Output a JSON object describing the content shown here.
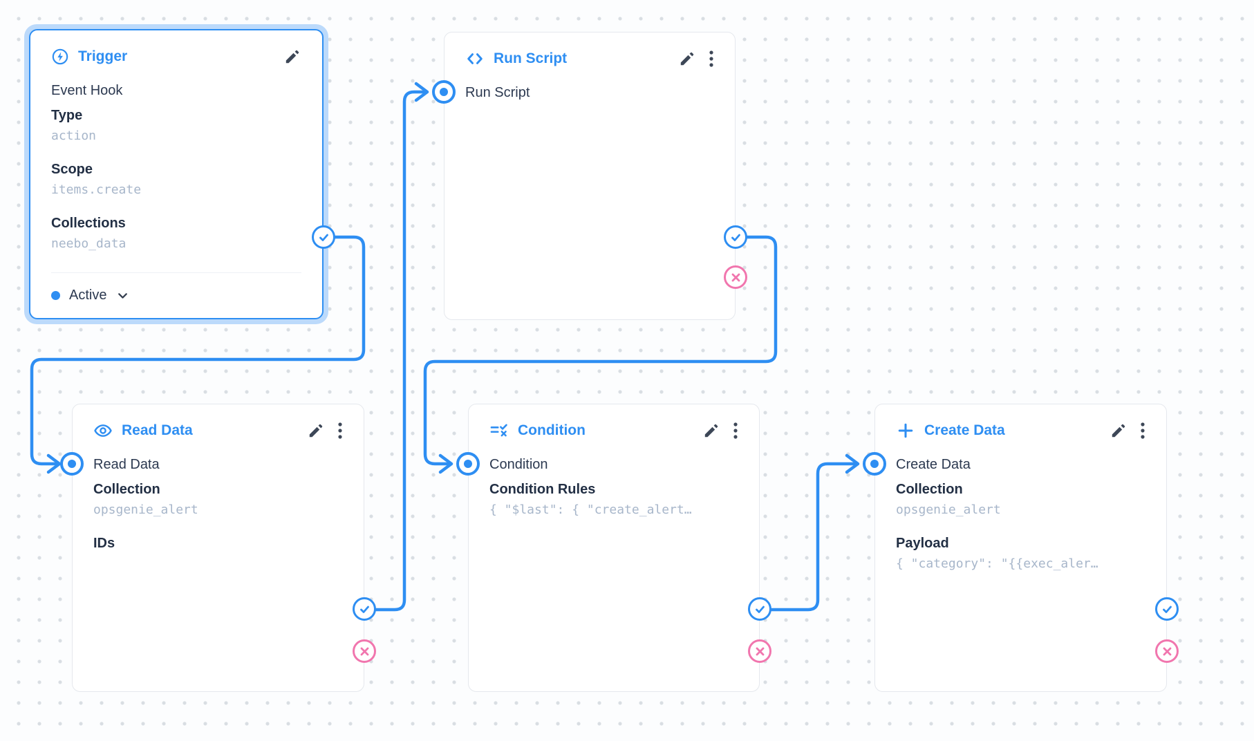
{
  "app": {
    "view": "flow-editor-canvas"
  },
  "colors": {
    "primary_blue": "#2e8ef2",
    "reject_pink": "#f176ae",
    "text_dark": "#222f44",
    "mono_value_gray": "#a7b6ca",
    "card_border": "#e5e8ed",
    "selected_halo": "#bcdafb",
    "canvas_dot": "#d9dee3"
  },
  "nodes": [
    {
      "key": "trigger",
      "title": "Trigger",
      "icon": "bolt-circle-icon",
      "selected": true,
      "type_label": "Event Hook",
      "fields": [
        {
          "label": "Type",
          "value": "action"
        },
        {
          "label": "Scope",
          "value": "items.create"
        },
        {
          "label": "Collections",
          "value": "neebo_data"
        }
      ],
      "status_label": "Active"
    },
    {
      "key": "run-script",
      "title": "Run Script",
      "icon": "code-icon",
      "input_label": "Run Script",
      "fields": []
    },
    {
      "key": "read-data",
      "title": "Read Data",
      "icon": "eye-icon",
      "input_label": "Read Data",
      "fields": [
        {
          "label": "Collection",
          "value": "opsgenie_alert"
        },
        {
          "label": "IDs",
          "value": ""
        }
      ]
    },
    {
      "key": "condition",
      "title": "Condition",
      "icon": "rule-icon",
      "input_label": "Condition",
      "fields": [
        {
          "label": "Condition Rules",
          "value": "{ \"$last\": { \"create_alert…"
        }
      ]
    },
    {
      "key": "create-data",
      "title": "Create Data",
      "icon": "plus-icon",
      "input_label": "Create Data",
      "fields": [
        {
          "label": "Collection",
          "value": "opsgenie_alert"
        },
        {
          "label": "Payload",
          "value": "{ \"category\": \"{{exec_aler…"
        }
      ]
    }
  ],
  "edges": [
    {
      "from": "Trigger",
      "to": "Read Data",
      "via": "resolve"
    },
    {
      "from": "Read Data",
      "to": "Run Script",
      "via": "resolve"
    },
    {
      "from": "Run Script",
      "to": "Condition",
      "via": "resolve"
    },
    {
      "from": "Condition",
      "to": "Create Data",
      "via": "resolve"
    }
  ]
}
